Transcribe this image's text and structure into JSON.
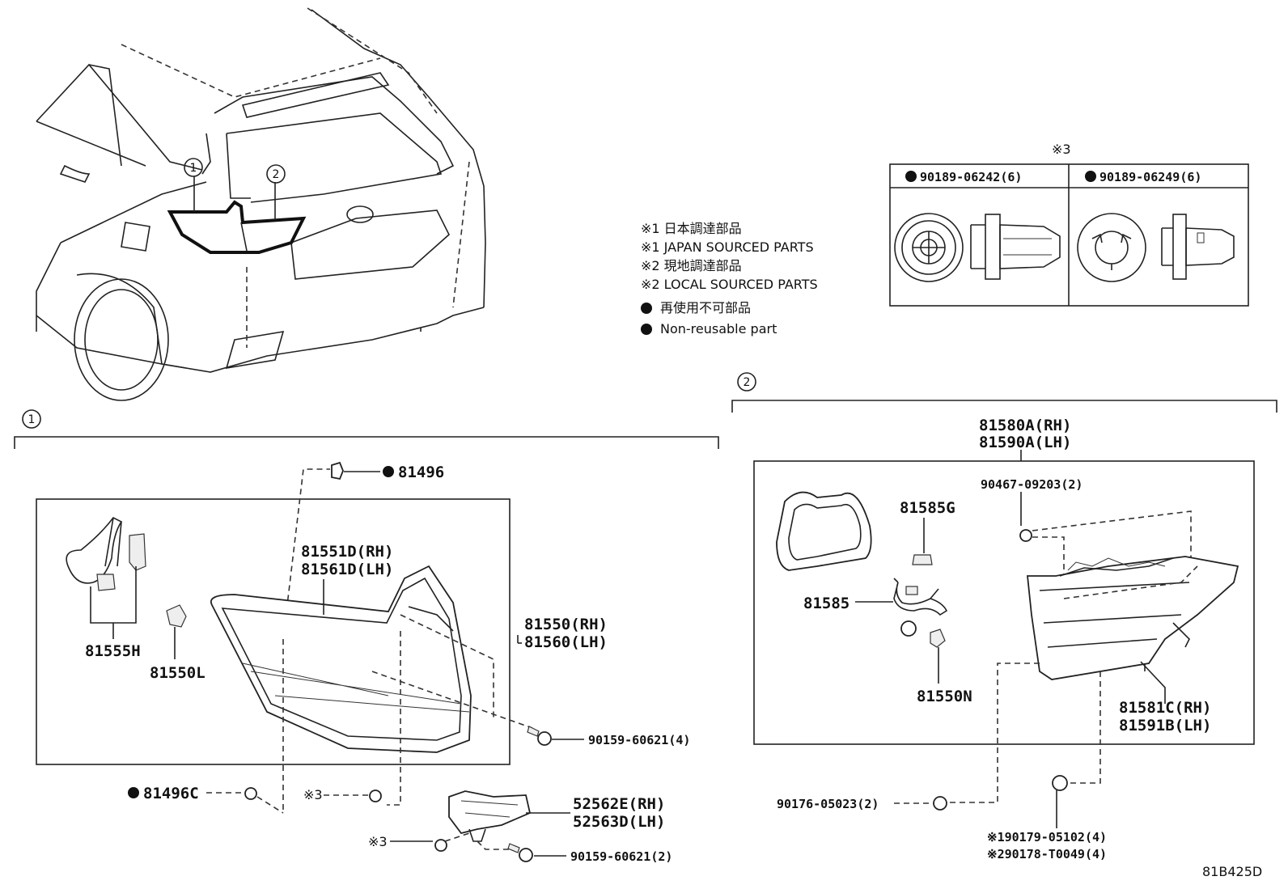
{
  "legend": {
    "notes": [
      "※1 日本調達部品",
      "※1 JAPAN SOURCED PARTS",
      "※2 現地調達部品",
      "※2 LOCAL SOURCED PARTS",
      "再使用不可部品",
      "Non-reusable part"
    ]
  },
  "clip_box": {
    "title": "※3",
    "left_part": "90189-06242(6)",
    "right_part": "90189-06249(6)"
  },
  "callouts": {
    "c1": "1",
    "c2": "2"
  },
  "section1": {
    "p81496": "81496",
    "p81551D": "81551D(RH)",
    "p81561D": "81561D(LH)",
    "p81555H": "81555H",
    "p81550L": "81550L",
    "p81550": "81550(RH)",
    "p81560": "81560(LH)",
    "p90159_4": "90159-60621(4)",
    "p81496C": "81496C",
    "note3a": "※3",
    "note3b": "※3",
    "p52562E": "52562E(RH)",
    "p52563D": "52563D(LH)",
    "p90159_2": "90159-60621(2)"
  },
  "section2": {
    "p81580A": "81580A(RH)",
    "p81590A": "81590A(LH)",
    "p90467": "90467-09203(2)",
    "p81585G": "81585G",
    "p81585": "81585",
    "p81550N": "81550N",
    "p81581C": "81581C(RH)",
    "p81591B": "81591B(LH)",
    "p90176": "90176-05023(2)",
    "p90179": "※190179-05102(4)",
    "p90178": "※290178-T0049(4)"
  },
  "figure_id": "81B425D"
}
